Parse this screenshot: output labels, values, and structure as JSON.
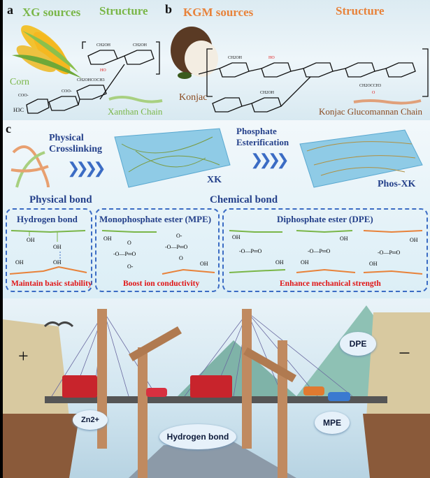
{
  "panel_a": {
    "letter": "a",
    "sources_title": "XG sources",
    "structure_title": "Structure",
    "source_name": "Corn",
    "chain_label": "Xanthan Chain",
    "chem_labels": [
      "CH2OH",
      "CH2OH",
      "CH2OHCOCH3",
      "COO-",
      "COO-",
      "H3C",
      "HO"
    ]
  },
  "panel_b": {
    "letter": "b",
    "sources_title": "KGM sources",
    "structure_title": "Structure",
    "source_name": "Konjac",
    "chain_label": "Konjac Glucomannan Chain",
    "chem_labels": [
      "CH2OH",
      "CH2OCCH3",
      "HO",
      "O"
    ]
  },
  "panel_c": {
    "letter": "c",
    "step1": "Physical Crosslinking",
    "step2": "Phosphate Esterification",
    "gel1": "XK",
    "gel2": "Phos-XK",
    "physical_bond": "Physical bond",
    "chemical_bond": "Chemical bond",
    "boxes": [
      {
        "title": "Hydrogen bond",
        "effect": "Maintain basic stability"
      },
      {
        "title": "Monophosphate ester (MPE)",
        "effect": "Boost ion conductivity"
      },
      {
        "title": "Diphosphate ester (DPE)",
        "effect": "Enhance mechanical strength"
      }
    ]
  },
  "scene": {
    "plus": "+",
    "minus": "−",
    "dpe": "DPE",
    "mpe": "MPE",
    "ion": "Zn2+",
    "hbond": "Hydrogen bond"
  },
  "colors": {
    "xg_green": "#7ab648",
    "kgm_orange": "#e8823a",
    "bond_blue": "#3b6cc4",
    "effect_red": "#e01515"
  }
}
